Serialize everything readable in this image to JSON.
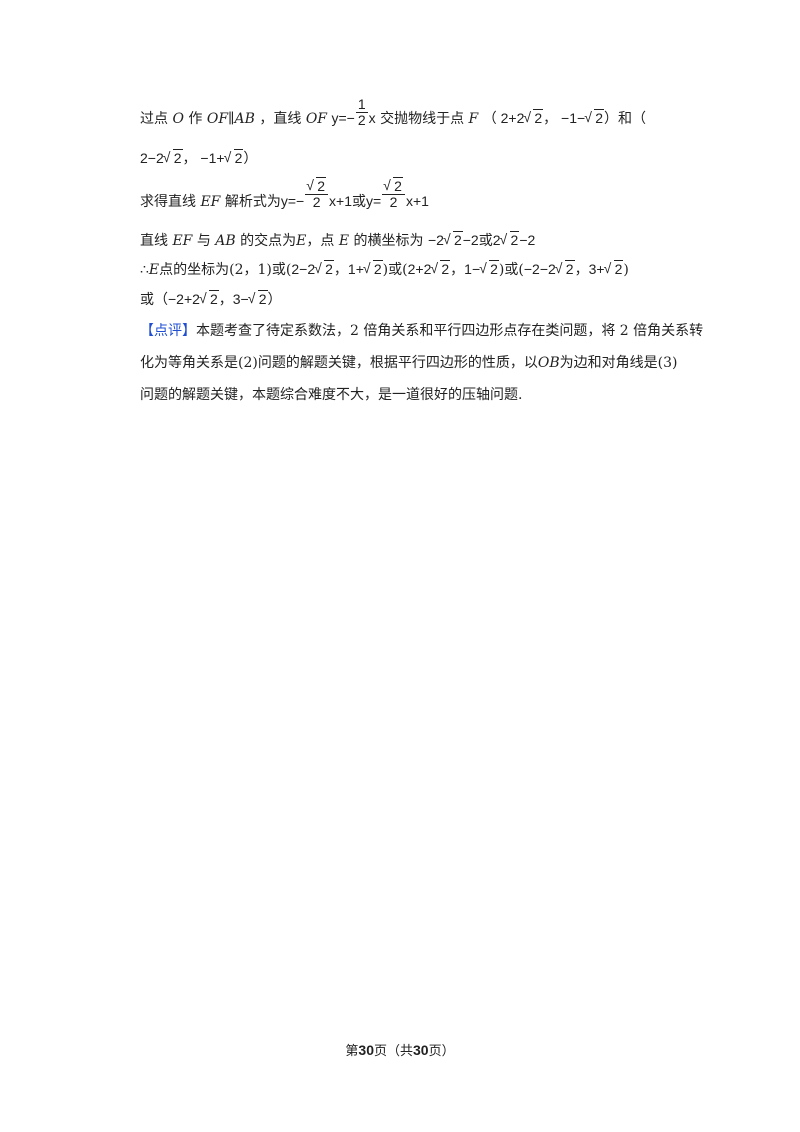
{
  "line1": {
    "pre": "过点",
    "O": "O",
    "zuo": "作",
    "OF_AB": "OF∥AB",
    "mid": "，直线",
    "OF": "OF",
    "y_eq": "y=",
    "minus": "−",
    "num": "1",
    "den": "2",
    "x": "x",
    "jiao": "交抛物线于点",
    "F": "F",
    "p1a": "（ 2+2",
    "r": "2",
    "p1b": "， −1−",
    "p1c": "）和（"
  },
  "line2": {
    "a": "2−2",
    "r": "2",
    "b": "， −1+",
    "c": "）"
  },
  "line3": {
    "pre": "求得直线",
    "EF": "EF",
    "mid": "解析式为",
    "y1": "y=",
    "minus": "−",
    "num": "2",
    "den": "2",
    "tail1": "x+1",
    "or": "或",
    "y2": "y=",
    "tail2": "x+1"
  },
  "line4": {
    "pre": "直线",
    "EF": "EF",
    "yu": "与",
    "AB": "AB",
    "mid": "的交点为",
    "E": "E",
    "mid2": "，点",
    "E2": "E",
    "mid3": "的横坐标为",
    "v1": "−2",
    "r": "2",
    "v2": "−2或",
    "v3": "2",
    "v4": "−2"
  },
  "line5": {
    "pre": "∴",
    "E": "E",
    "mid": "点的坐标为(2，1)或(",
    "a1": "2−2",
    "r": "2",
    "a2": "，1+",
    "a3": ")或(",
    "b1": "2+2",
    "b2": "，1−",
    "b3": ")或(",
    "c1": "−2−2",
    "c2": "，3+",
    "c3": ")"
  },
  "line6": {
    "pre": "或（",
    "a": "−2+2",
    "r": "2",
    "b": "，3−",
    "c": "）"
  },
  "review": {
    "tag": "【点评】",
    "p1": "本题考查了待定系数法，2 倍角关系和平行四边形点存在类问题，将 2 倍角关系转",
    "p2a": "化为等角关系是(2)问题的解题关键，根据平行四边形的性质，以",
    "OB": "OB",
    "p2b": "为边和对角线是(3)",
    "p3": "问题的解题关键，本题综合难度不大，是一道很好的压轴问题."
  },
  "footer": {
    "a": "第",
    "n1": "30",
    "b": "页（共",
    "n2": "30",
    "c": "页）"
  }
}
